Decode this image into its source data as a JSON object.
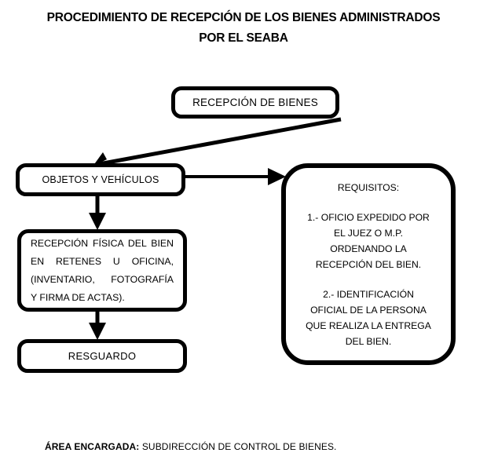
{
  "document": {
    "title_line_1": "PROCEDIMIENTO DE RECEPCIÓN DE LOS BIENES ADMINISTRADOS",
    "title_line_2": "POR EL SEABA"
  },
  "flowchart": {
    "type": "flowchart",
    "orientation": "top-down",
    "nodes": [
      {
        "id": "recepcion-bienes",
        "label": "RECEPCIÓN DE BIENES",
        "shape": "rounded-rectangle"
      },
      {
        "id": "objetos-vehiculos",
        "label": "OBJETOS Y VEHÍCULOS",
        "shape": "rounded-rectangle"
      },
      {
        "id": "recepcion-fisica",
        "line_1": "RECEPCIÓN FÍSICA DEL BIEN",
        "line_2": "EN RETENES U OFICINA,",
        "line_3": "(INVENTARIO, FOTOGRAFÍA",
        "line_4": "Y FIRMA DE ACTAS).",
        "shape": "rounded-rectangle"
      },
      {
        "id": "resguardo",
        "label": "RESGUARDO",
        "shape": "rounded-rectangle"
      },
      {
        "id": "requisitos",
        "heading": "REQUISITOS:",
        "item_1": {
          "line_1": "1.- OFICIO EXPEDIDO POR",
          "line_2": "EL JUEZ O M.P.",
          "line_3": "ORDENANDO LA",
          "line_4": "RECEPCIÓN DEL BIEN."
        },
        "item_2": {
          "line_1": "2.- IDENTIFICACIÓN",
          "line_2": "OFICIAL DE LA PERSONA",
          "line_3": "QUE REALIZA LA ENTREGA",
          "line_4": "DEL BIEN."
        },
        "shape": "rounded-rectangle"
      }
    ],
    "edges": [
      {
        "from": "recepcion-bienes",
        "to": "objetos-vehiculos",
        "style": "diagonal-arrow"
      },
      {
        "from": "objetos-vehiculos",
        "to": "recepcion-fisica",
        "style": "vertical-arrow"
      },
      {
        "from": "recepcion-fisica",
        "to": "resguardo",
        "style": "vertical-arrow"
      },
      {
        "from": "objetos-vehiculos",
        "to": "requisitos",
        "style": "horizontal-arrow"
      }
    ],
    "stroke_color": "#000000"
  },
  "footer": {
    "label": "ÁREA ENCARGADA:",
    "value": "SUBDIRECCIÓN DE CONTROL DE BIENES."
  }
}
